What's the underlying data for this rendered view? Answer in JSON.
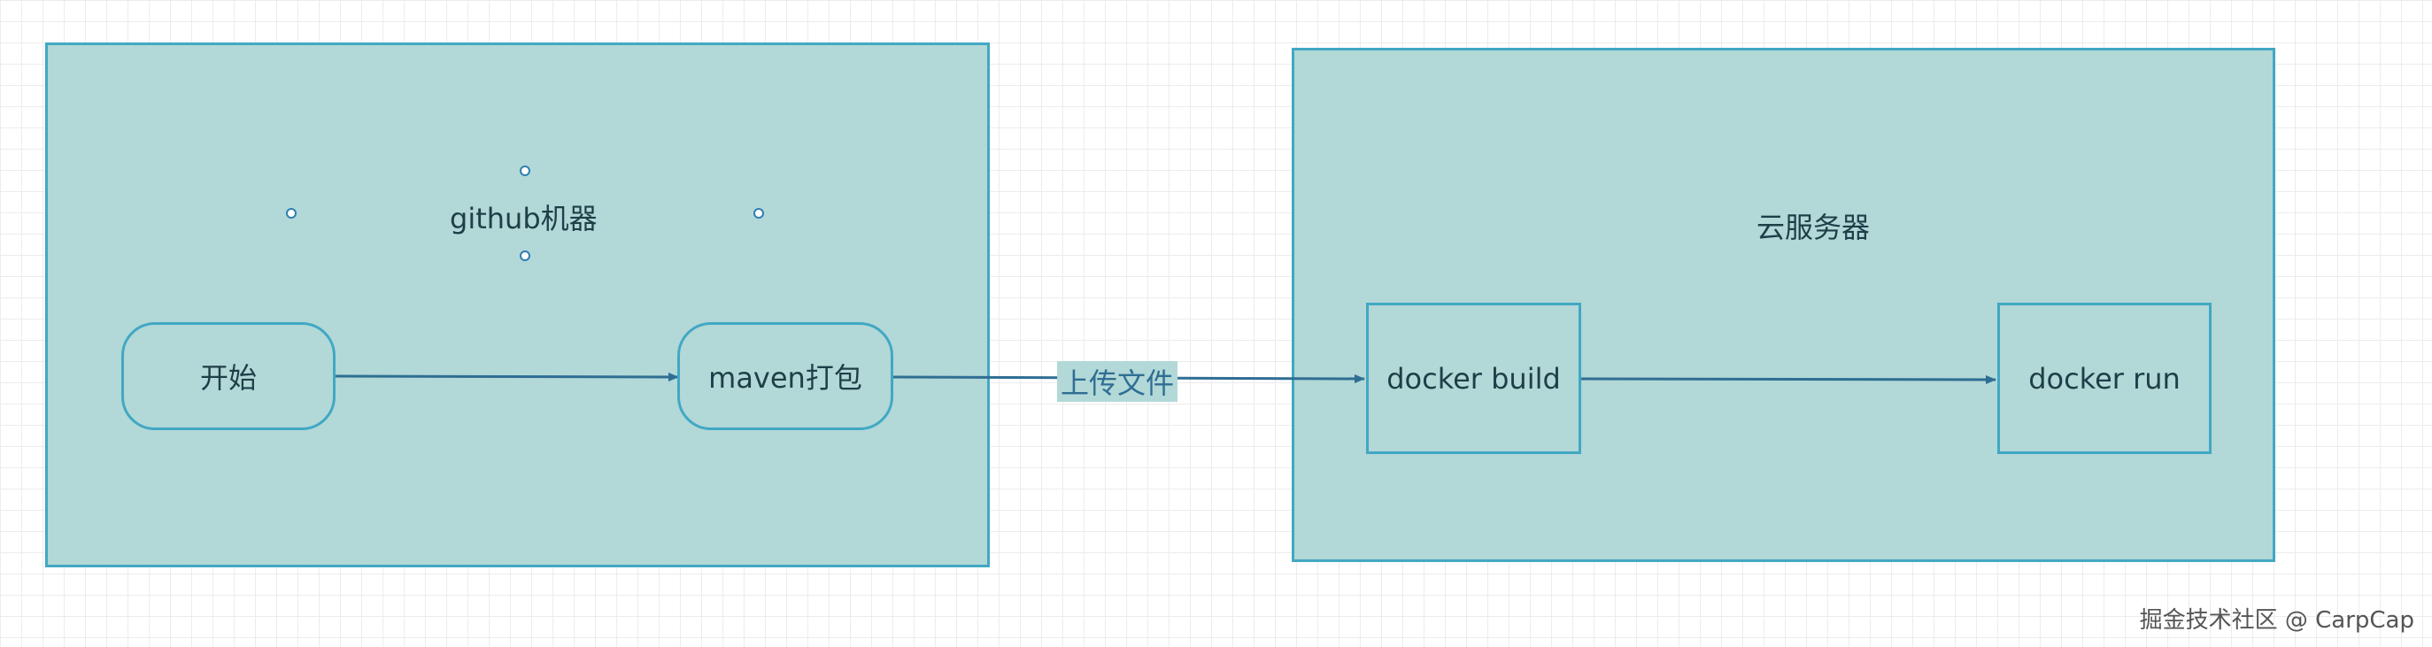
{
  "colors": {
    "fill": "#b2d8d7",
    "border": "#41a8c4",
    "text": "#1e3f48",
    "arrow": "#2f6e93"
  },
  "groups": {
    "github": {
      "label": "github机器"
    },
    "cloud": {
      "label": "云服务器"
    }
  },
  "nodes": {
    "start": "开始",
    "maven": "maven打包",
    "docker_build": "docker build",
    "docker_run": "docker run"
  },
  "edges": {
    "upload_label": "上传文件"
  },
  "watermark": "掘金技术社区 @ CarpCap"
}
